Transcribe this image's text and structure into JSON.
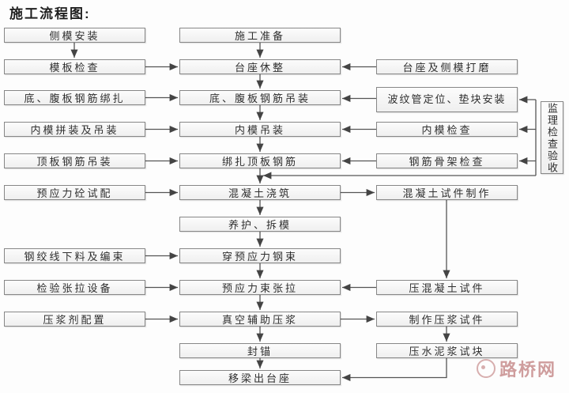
{
  "title": "施工流程图:",
  "diagram": {
    "left": [
      "侧模安装",
      "模板检查",
      "底、腹板钢筋绑扎",
      "内模拼装及吊装",
      "顶板钢筋吊装",
      "预应力砼试配",
      "钢绞线下料及编束",
      "检验张拉设备",
      "压浆剂配置"
    ],
    "middle": [
      "施工准备",
      "台座休整",
      "底、腹板钢筋吊装",
      "内模吊装",
      "绑扎顶板钢筋",
      "混凝土浇筑",
      "养护、拆模",
      "穿预应力钢束",
      "预应力束张拉",
      "真空辅助压浆",
      "封锚",
      "移梁出台座"
    ],
    "right": [
      "台座及侧模打磨",
      "波纹管定位、垫块安装",
      "内模检查",
      "钢筋骨架检查",
      "混凝土试件制作",
      "压混凝土试件",
      "制作压浆试件",
      "压水泥浆试块"
    ],
    "supervision": "监理检查验收"
  },
  "watermark": {
    "site_name": "路桥网"
  },
  "colors": {
    "box_border": "#878787",
    "box_fill": "#f2f2f2",
    "connector": "#555555",
    "text": "#2f2f2f",
    "watermark": "#cf9d9d"
  }
}
